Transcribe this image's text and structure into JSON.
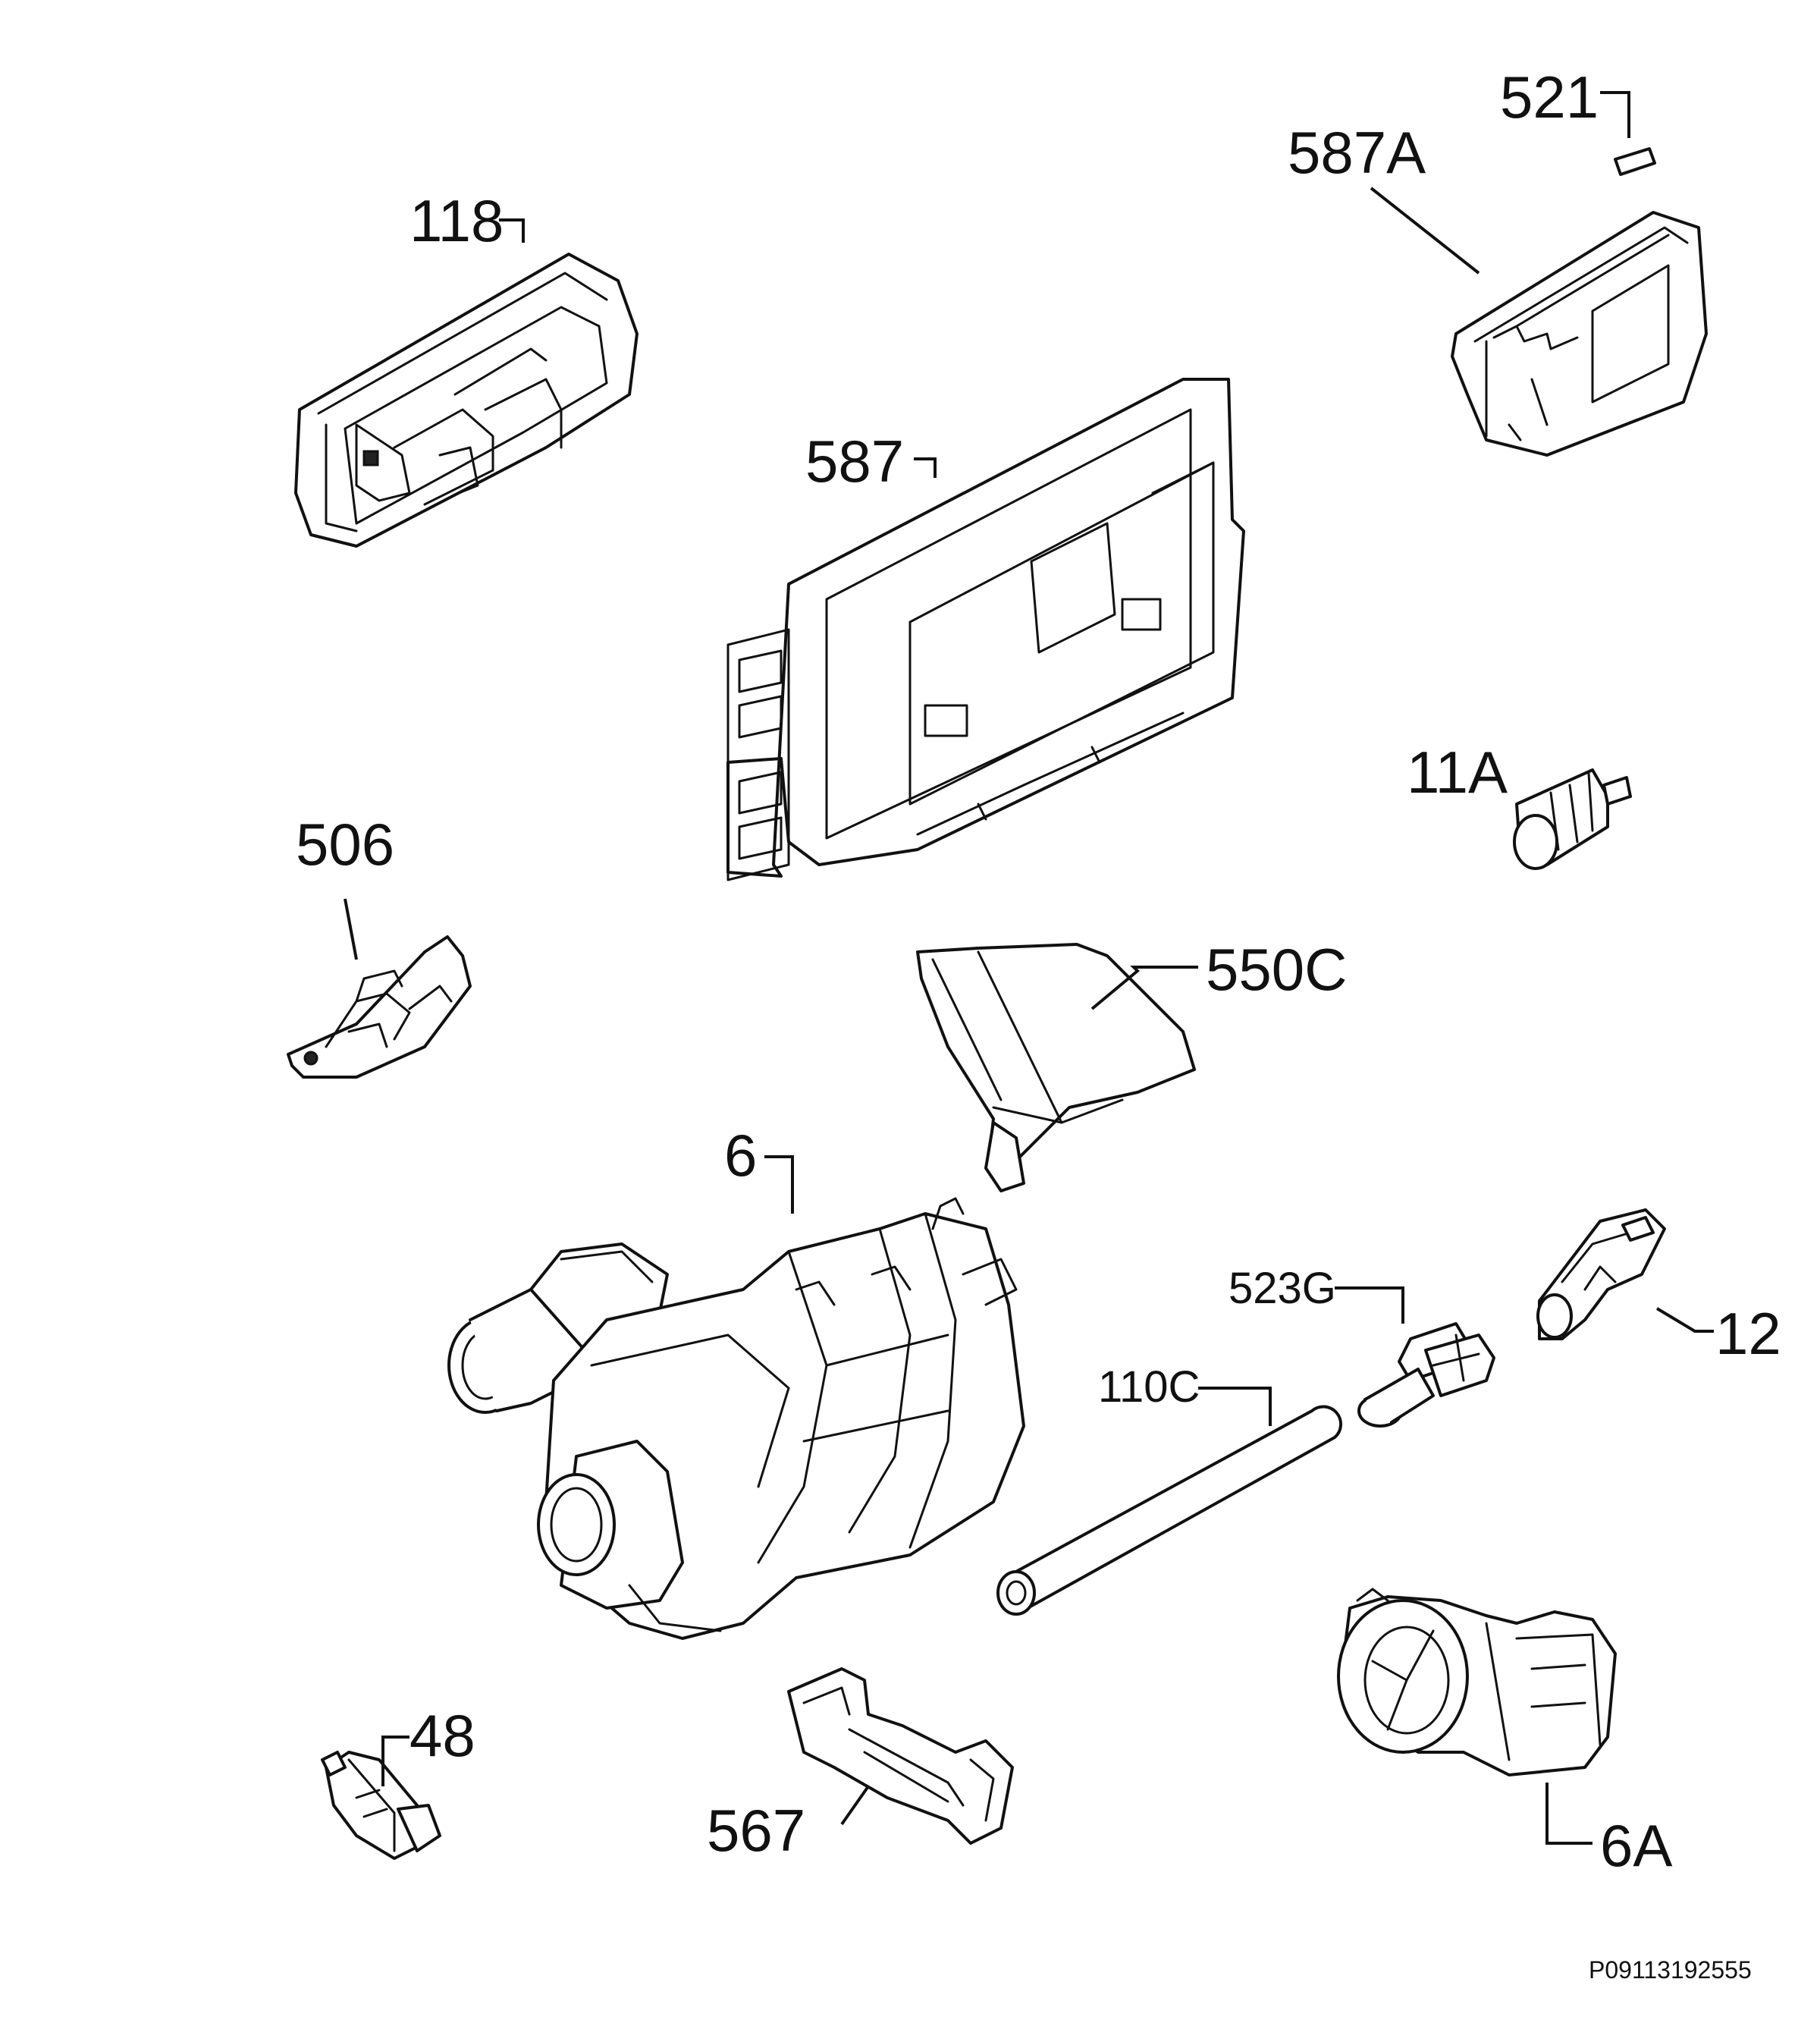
{
  "labels": {
    "p118": "118",
    "p587": "587",
    "p587a": "587A",
    "p521": "521",
    "p11a": "11A",
    "p506": "506",
    "p550c": "550C",
    "p6": "6",
    "p523g": "523G",
    "p12": "12",
    "p110c": "110C",
    "p48": "48",
    "p567": "567",
    "p6a": "6A"
  },
  "drawing_code": "P09113192555",
  "colors": {
    "line": "#111111",
    "background": "#ffffff"
  }
}
